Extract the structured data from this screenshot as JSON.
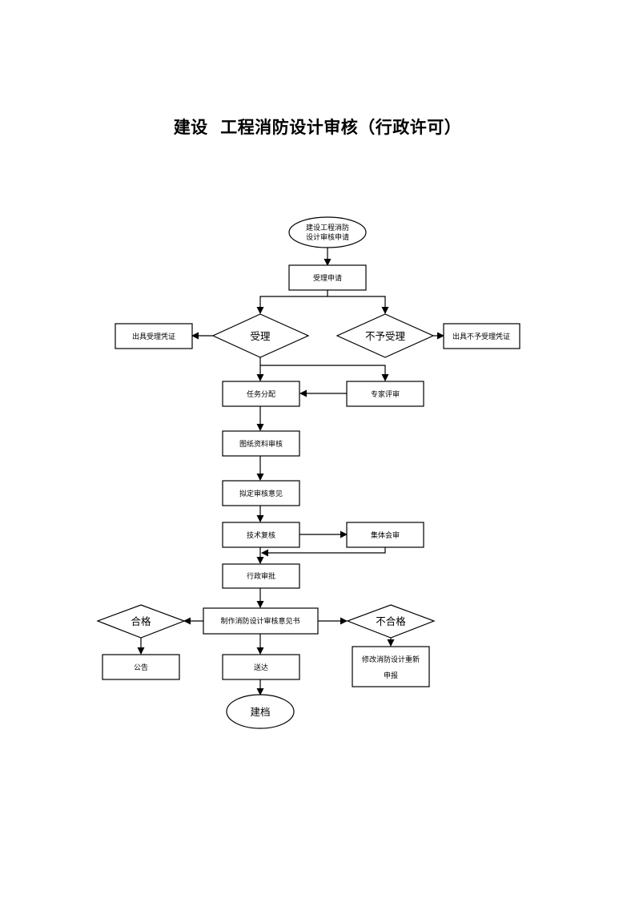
{
  "title": "建设  工程消防设计审核（行政许可）",
  "nodes": {
    "start_line1": "建设工程消防",
    "start_line2": "设计审核申请",
    "accept_application": "受理申请",
    "accept": "受理",
    "reject": "不予受理",
    "issue_accept_cert": "出具受理凭证",
    "issue_reject_cert": "出具不予受理凭证",
    "task_assign": "任务分配",
    "expert_review": "专家评审",
    "drawing_review": "图纸资料审核",
    "draft_opinion": "拟定审核意见",
    "tech_recheck": "技术复核",
    "collective_review": "集体会审",
    "admin_approval": "行政审批",
    "make_opinion": "制作消防设计审核意见书",
    "qualified": "合格",
    "unqualified": "不合格",
    "announce": "公告",
    "deliver": "送达",
    "resubmit_line1": "修改消防设计重新",
    "resubmit_line2": "申报",
    "archive": "建档"
  }
}
